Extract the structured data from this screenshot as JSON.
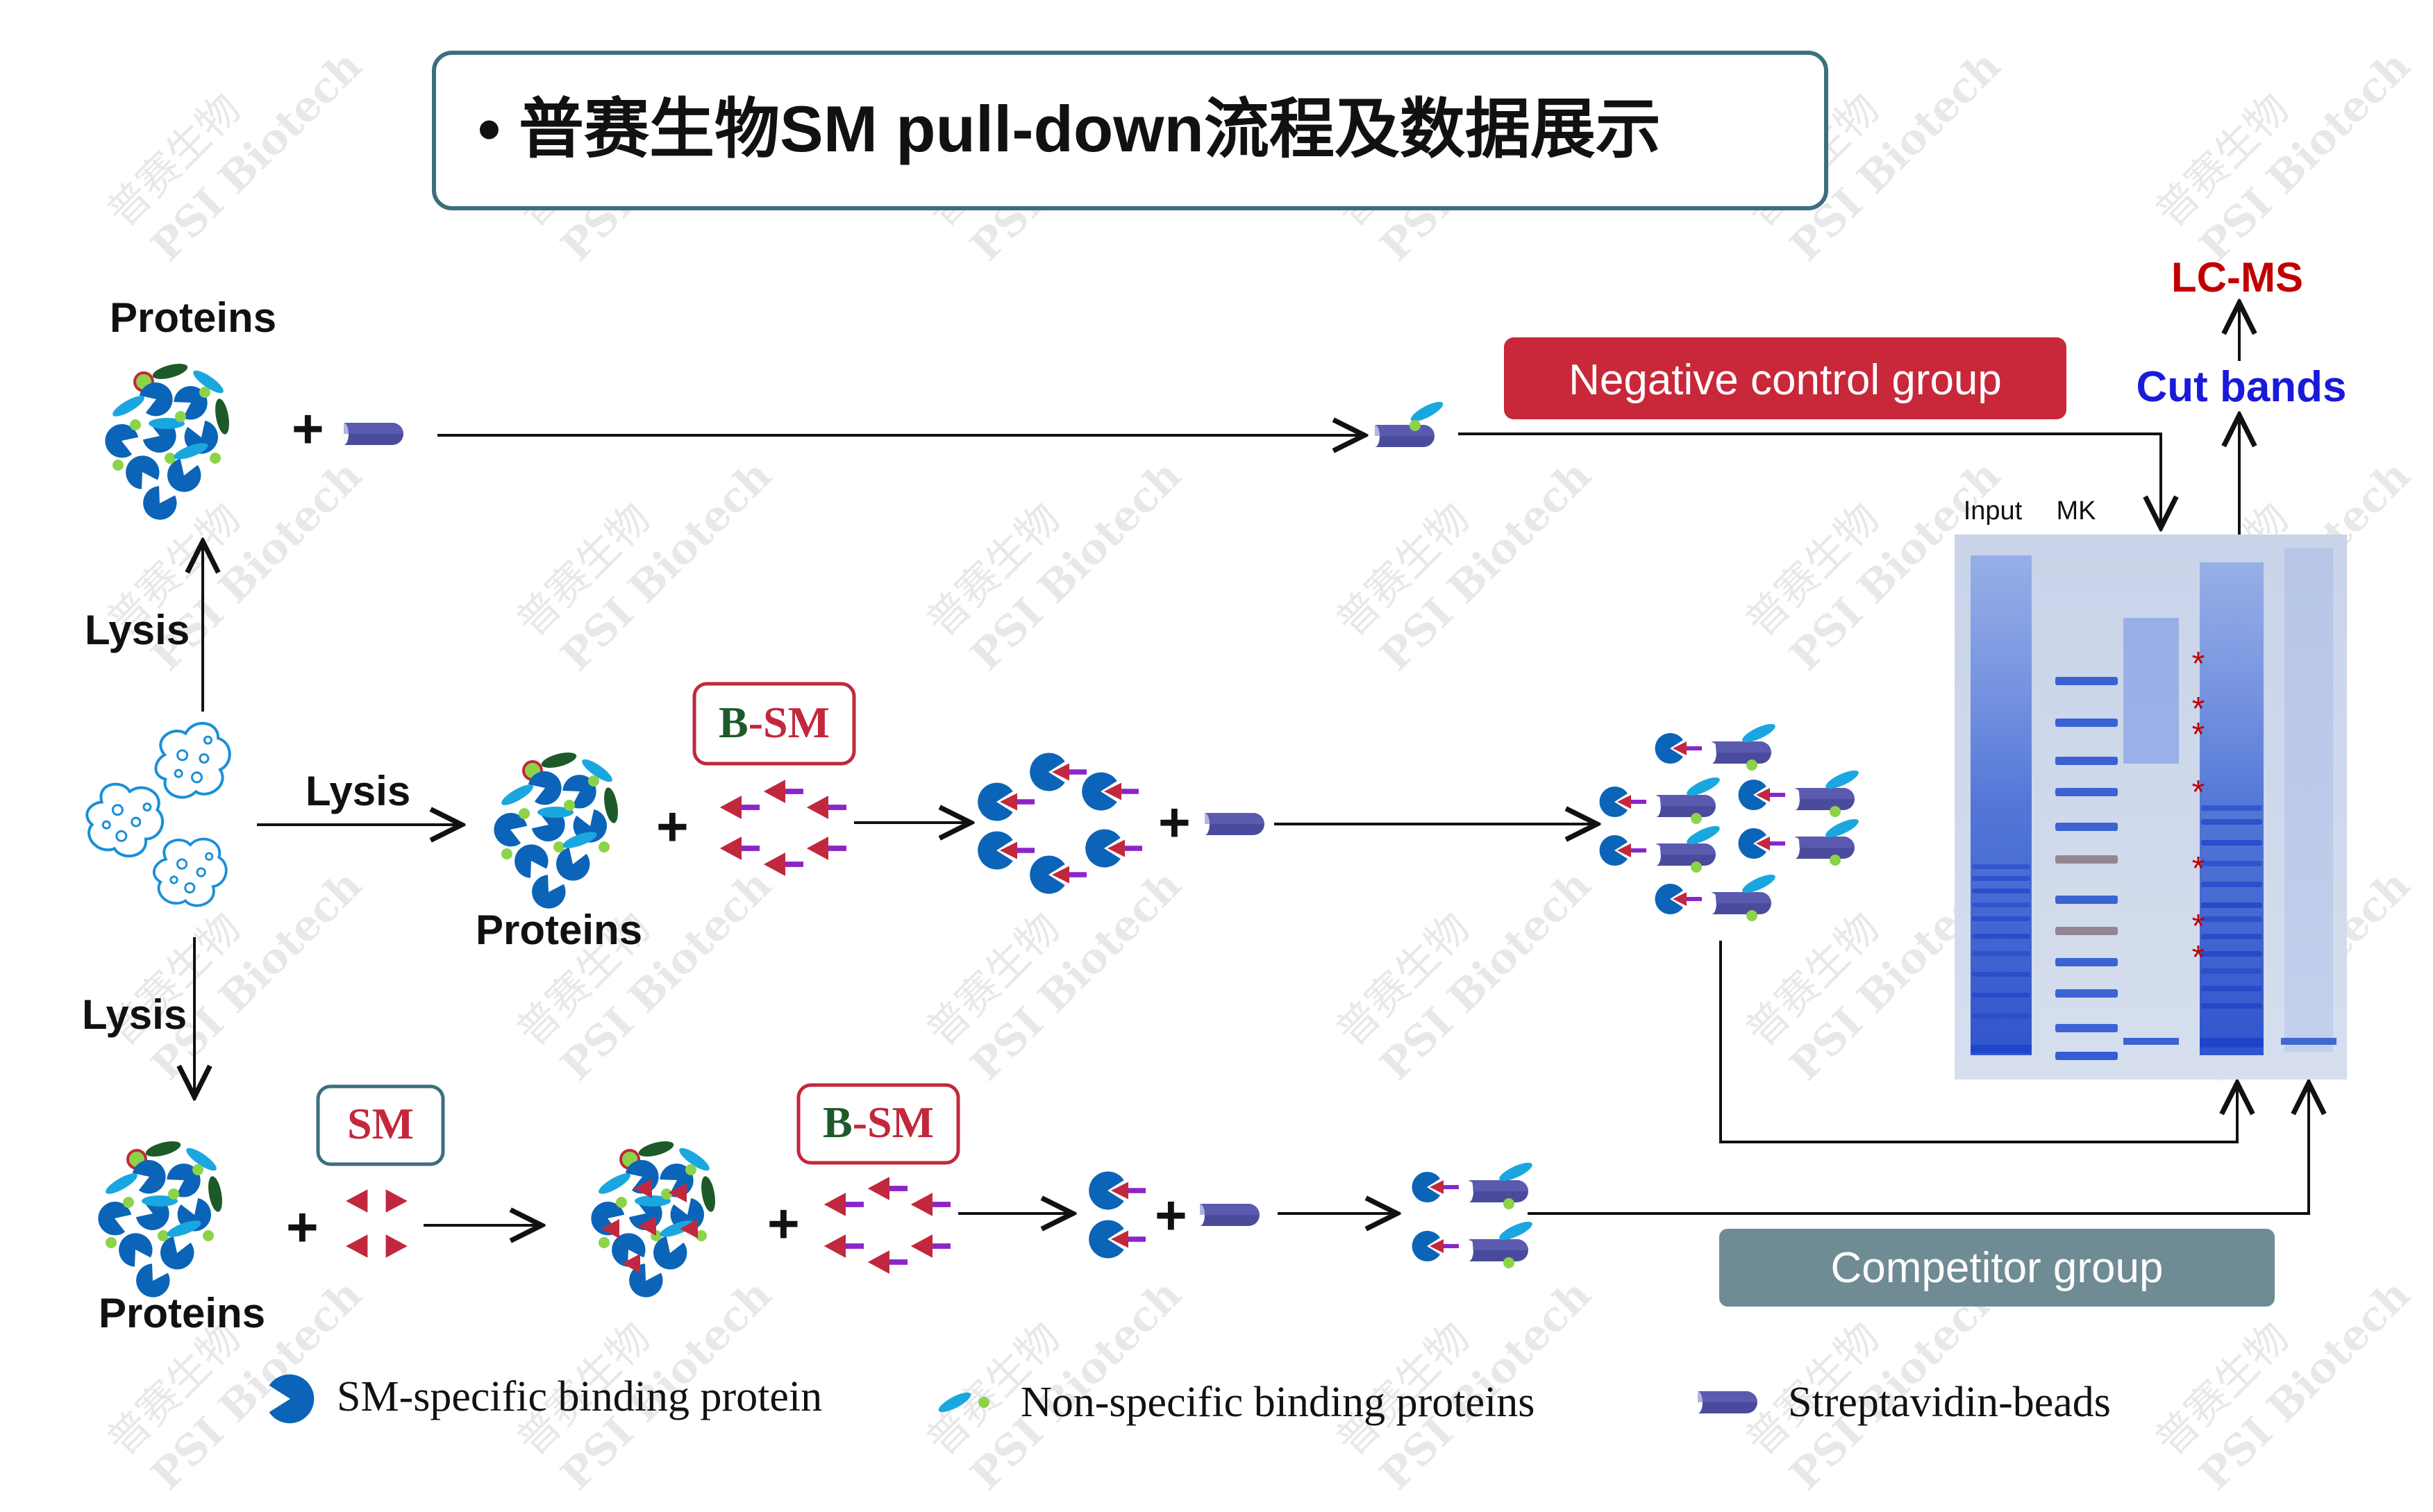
{
  "title": "• 普赛生物SM pull-down流程及数据展示",
  "watermark": {
    "text_cn": "普赛生物",
    "text_en": "PSI Biotech"
  },
  "labels": {
    "proteins_top": "Proteins",
    "proteins_mid": "Proteins",
    "proteins_bottom": "Proteins",
    "lysis_up": "Lysis",
    "lysis_mid": "Lysis",
    "lysis_down": "Lysis",
    "b_sm_mid": "B-SM",
    "b_sm_bottom": "B-SM",
    "sm_box": "SM",
    "negative_control": "Negative control group",
    "competitor_group": "Competitor group",
    "lc_ms": "LC-MS",
    "cut_bands": "Cut bands",
    "gel_input": "Input",
    "gel_mk": "MK",
    "plus": "+"
  },
  "legend": [
    {
      "label": "SM-specific binding protein",
      "icon": "pacman-protein-icon"
    },
    {
      "label": "Non-specific binding proteins",
      "icon": "nonspecific-protein-icon"
    },
    {
      "label": "Streptavidin-beads",
      "icon": "bead-icon"
    }
  ],
  "gel_marks": [
    "*",
    "*",
    "*",
    "*",
    "*",
    "*",
    "*"
  ],
  "colors": {
    "title_border": "#3d6e7e",
    "protein_blue": "#0b64b8",
    "protein_cyan": "#1aa7e0",
    "protein_green": "#8cd34a",
    "bead": "#4b4b9e",
    "sm_red": "#c2283d",
    "linker_purple": "#8a26c9",
    "neg_box": "#c8283a",
    "comp_box": "#6f8b93",
    "lc_ms": "#c00000",
    "cut_bands": "#1a1adb",
    "star": "#c00000",
    "gel_bg": "#cfd8ea",
    "band_blue": "#2a55d0"
  }
}
